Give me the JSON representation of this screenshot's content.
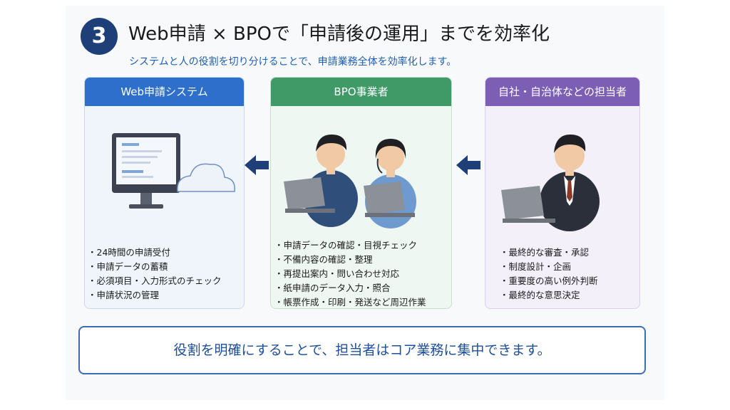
{
  "header": {
    "step_number": "3",
    "title": "Web申請 × BPOで「申請後の運用」までを効率化",
    "subtitle": "システムと人の役割を切り分けることで、申請業務全体を効率化します。"
  },
  "panels": {
    "web": {
      "title": "Web申請システム",
      "items": [
        "・24時間の申請受付",
        "・申請データの蓄積",
        "・必須項目・入力形式のチェック",
        "・申請状況の管理"
      ]
    },
    "bpo": {
      "title": "BPO事業者",
      "items": [
        "・申請データの確認・目視チェック",
        "・不備内容の確認・整理",
        "・再提出案内・問い合わせ対応",
        "・紙申請のデータ入力・照合",
        "・帳票作成・印刷・発送など周辺作業"
      ]
    },
    "jisha": {
      "title": "自社・自治体などの担当者",
      "items": [
        "・最終的な審査・承認",
        "・制度設計・企画",
        "・重要度の高い例外判断",
        "・最終的な意思決定"
      ]
    }
  },
  "footer": {
    "message": "役割を明確にすることで、担当者はコア業務に集中できます。"
  },
  "colors": {
    "web": "#2d6fcb",
    "bpo": "#3f9a67",
    "jisha": "#7c5fb5",
    "arrow": "#1f3f78"
  }
}
